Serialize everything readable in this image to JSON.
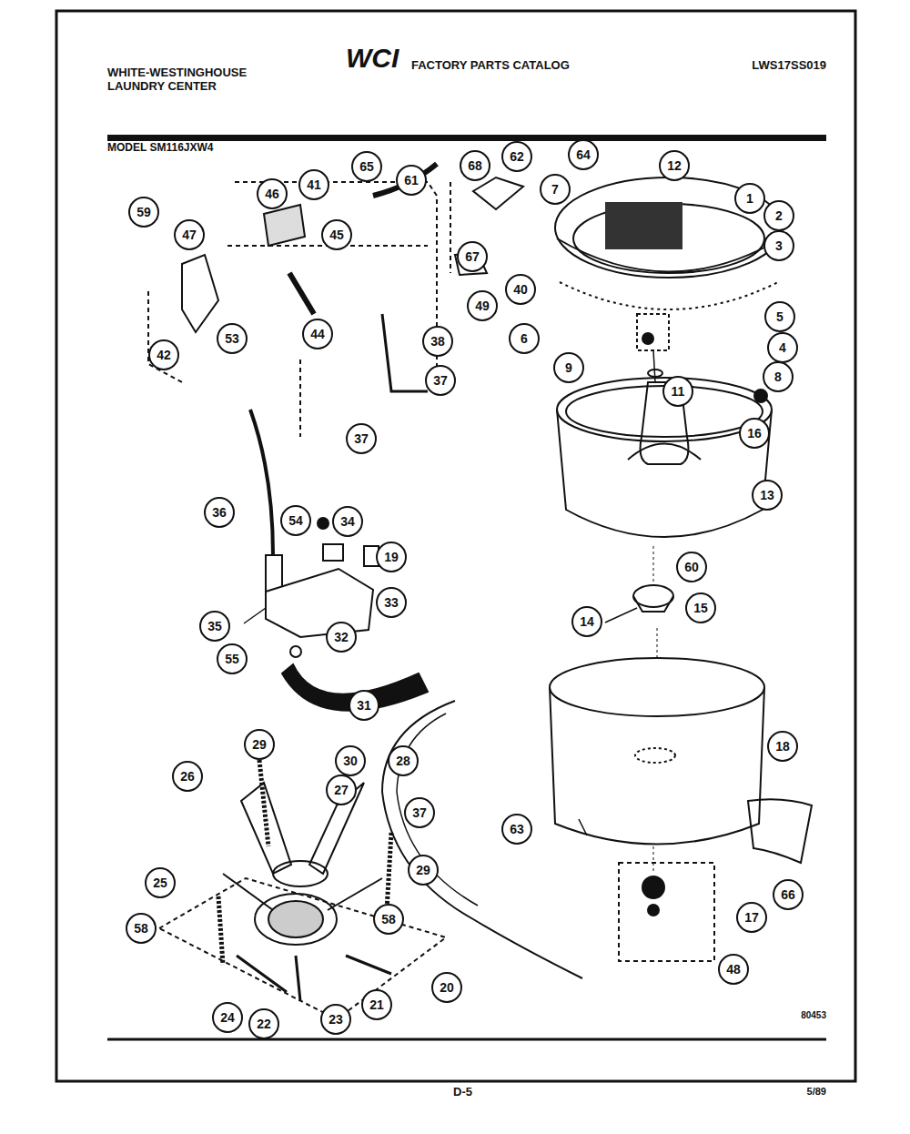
{
  "diagram": {
    "nodes": [
      {
        "text": [
          "59"
        ]
      },
      {
        "text": [
          "47"
        ]
      },
      {
        "text": [
          "46"
        ]
      },
      {
        "text": [
          "41"
        ]
      },
      {
        "text": [
          "65"
        ]
      },
      {
        "text": [
          "45"
        ]
      },
      {
        "text": [
          "61"
        ]
      },
      {
        "text": [
          "68"
        ]
      },
      {
        "text": [
          "62"
        ]
      },
      {
        "text": [
          "64"
        ]
      },
      {
        "text": [
          "12"
        ]
      },
      {
        "text": [
          "7"
        ]
      },
      {
        "text": [
          "1"
        ]
      },
      {
        "text": [
          "2"
        ]
      },
      {
        "text": [
          "3"
        ]
      },
      {
        "text": [
          "67"
        ]
      },
      {
        "text": [
          "40"
        ]
      },
      {
        "text": [
          "49"
        ]
      },
      {
        "text": [
          "42"
        ]
      },
      {
        "text": [
          "53"
        ]
      },
      {
        "text": [
          "44"
        ]
      },
      {
        "text": [
          "38"
        ]
      },
      {
        "text": [
          "37"
        ]
      },
      {
        "text": [
          "37"
        ]
      },
      {
        "text": [
          "6"
        ]
      },
      {
        "text": [
          "5"
        ]
      },
      {
        "text": [
          "4"
        ]
      },
      {
        "text": [
          "8"
        ]
      },
      {
        "text": [
          "9"
        ]
      },
      {
        "text": [
          "11"
        ]
      },
      {
        "text": [
          "16"
        ]
      },
      {
        "text": [
          "13"
        ]
      },
      {
        "text": [
          "36"
        ]
      },
      {
        "text": [
          "54"
        ]
      },
      {
        "text": [
          "34"
        ]
      },
      {
        "text": [
          "19"
        ]
      },
      {
        "text": [
          "35"
        ]
      },
      {
        "text": [
          "33"
        ]
      },
      {
        "text": [
          "32"
        ]
      },
      {
        "text": [
          "55"
        ]
      },
      {
        "text": [
          "31"
        ]
      },
      {
        "text": [
          "60"
        ]
      },
      {
        "text": [
          "14"
        ]
      },
      {
        "text": [
          "15"
        ]
      },
      {
        "text": [
          "18"
        ]
      },
      {
        "text": [
          "29"
        ]
      },
      {
        "text": [
          "30"
        ]
      },
      {
        "text": [
          "28"
        ]
      },
      {
        "text": [
          "26"
        ]
      },
      {
        "text": [
          "27"
        ]
      },
      {
        "text": [
          "37"
        ]
      },
      {
        "text": [
          "63"
        ]
      },
      {
        "text": [
          "66"
        ]
      },
      {
        "text": [
          "25"
        ]
      },
      {
        "text": [
          "29"
        ]
      },
      {
        "text": [
          "58"
        ]
      },
      {
        "text": [
          "58"
        ]
      },
      {
        "text": [
          "17"
        ]
      },
      {
        "text": [
          "48"
        ]
      },
      {
        "text": [
          "24"
        ]
      },
      {
        "text": [
          "22"
        ]
      },
      {
        "text": [
          "23"
        ]
      },
      {
        "text": [
          "21"
        ]
      },
      {
        "text": [
          "20"
        ]
      }
    ],
    "labels": [
      "WHITE-WESTINGHOUSE",
      "LAUNDRY CENTER",
      "WCI",
      "FACTORY PARTS CATALOG",
      "LWS17SS019",
      "MODEL SM116JXW4",
      "80453",
      "D-5",
      "5/89"
    ]
  }
}
